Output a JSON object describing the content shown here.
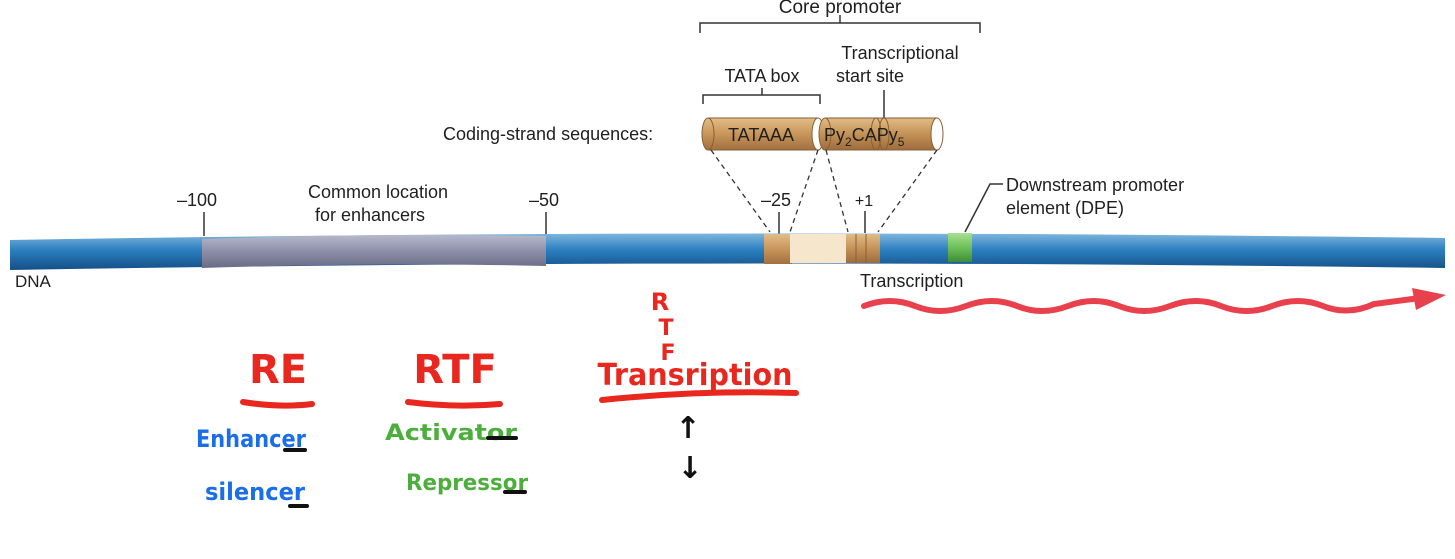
{
  "labels": {
    "core_promoter": "Core promoter",
    "tata_box": "TATA box",
    "tss_line1": "Transcriptional",
    "tss_line2": "start site",
    "coding_strand": "Coding-strand sequences:",
    "tataaa": "TATAAA",
    "py2ca_py": "Py",
    "py2ca_sub": "2",
    "py2ca_ca": "CA",
    "py5_py": "Py",
    "py5_sub": "5",
    "pos_minus100": "–100",
    "pos_minus50": "–50",
    "pos_minus25": "–25",
    "pos_plus1": "+1",
    "enhancer_line1": "Common location",
    "enhancer_line2": "for enhancers",
    "dpe_line1": "Downstream promoter",
    "dpe_line2": "element (DPE)",
    "dna": "DNA",
    "transcription": "Transcription"
  },
  "handwritten": {
    "re": "RE",
    "rtf": "RTF",
    "r": "R",
    "t": "T",
    "f": "F",
    "transcription": "Transription",
    "enhancer": "Enhancer",
    "silencer": "silencer",
    "activator": "Activator",
    "repressor": "Repressor",
    "arrow_up": "↑",
    "arrow_down": "↓"
  },
  "colors": {
    "dna": "#2b7fbf",
    "enhancer_region": "#8c8ea8",
    "tata": "#c8955a",
    "tss_region": "#f5e6cc",
    "dpe": "#6cc05a",
    "transcript": "#e8414d",
    "hand_red": "#e8281e",
    "hand_blue": "#1a6ee8",
    "hand_green": "#4caf3c"
  }
}
